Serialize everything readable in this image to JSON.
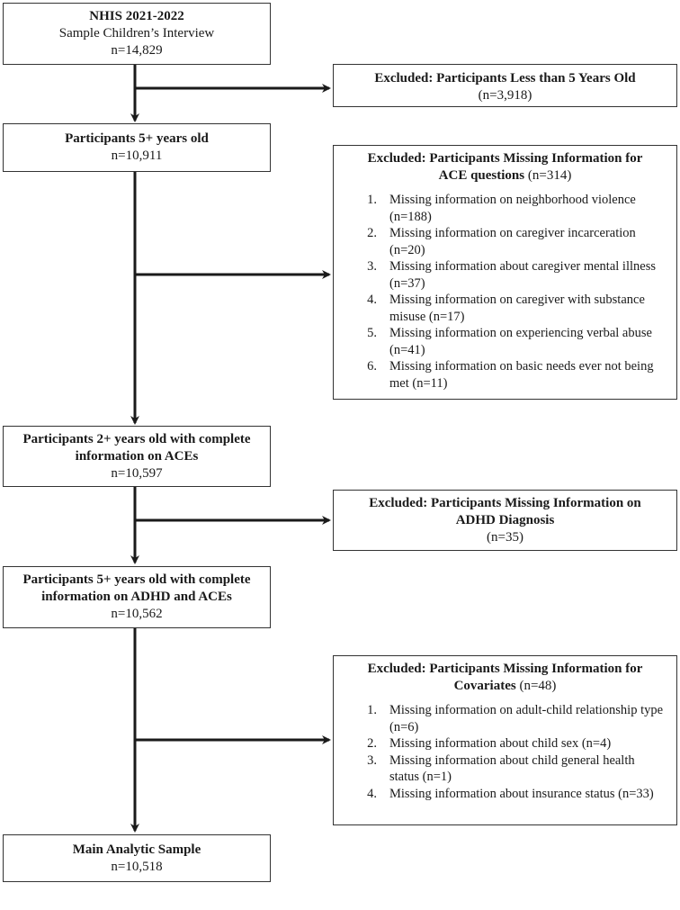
{
  "flowchart": {
    "main_boxes": [
      {
        "lines": [
          {
            "text": "NHIS 2021-2022",
            "bold": true
          },
          {
            "text": "Sample Children’s Interview",
            "bold": false
          },
          {
            "text": "n=14,829",
            "bold": false
          }
        ]
      },
      {
        "lines": [
          {
            "text": "Participants 5+ years old",
            "bold": true
          },
          {
            "text": "n=10,911",
            "bold": false
          }
        ]
      },
      {
        "lines": [
          {
            "text": "Participants 2+ years old with complete",
            "bold": true
          },
          {
            "text": "information on ACEs",
            "bold": true
          },
          {
            "text": "n=10,597",
            "bold": false
          }
        ]
      },
      {
        "lines": [
          {
            "text": "Participants 5+ years old with complete",
            "bold": true
          },
          {
            "text": "information on ADHD and ACEs",
            "bold": true
          },
          {
            "text": "n=10,562",
            "bold": false
          }
        ]
      },
      {
        "lines": [
          {
            "text": "Main Analytic Sample",
            "bold": true
          },
          {
            "text": "n=10,518",
            "bold": false
          }
        ]
      }
    ],
    "excluded_boxes": [
      {
        "title_bold": "Excluded: Participants Less than 5 Years Old",
        "title_line2_bold": "",
        "title_rest": "",
        "count": "(n=3,918)",
        "items": []
      },
      {
        "title_bold": "Excluded: Participants Missing Information for",
        "title_line2_bold": "ACE questions",
        "title_rest": " (n=314)",
        "count": "",
        "items": [
          {
            "num": "1.",
            "text": "Missing information on neighborhood violence (n=188)"
          },
          {
            "num": "2.",
            "text": "Missing information on caregiver incarceration (n=20)"
          },
          {
            "num": "3.",
            "text": "Missing information about caregiver mental illness (n=37)"
          },
          {
            "num": "4.",
            "text": "Missing information on caregiver with substance misuse (n=17)"
          },
          {
            "num": "5.",
            "text": "Missing information on experiencing verbal abuse (n=41)"
          },
          {
            "num": "6.",
            "text": "Missing information on basic needs ever not being met (n=11)"
          }
        ]
      },
      {
        "title_bold": "Excluded: Participants Missing Information on",
        "title_line2_bold": "ADHD Diagnosis",
        "title_rest": "",
        "count": "(n=35)",
        "items": []
      },
      {
        "title_bold": "Excluded: Participants Missing Information for",
        "title_line2_bold": "Covariates",
        "title_rest": " (n=48)",
        "count": "",
        "items": [
          {
            "num": "1.",
            "text": "Missing information on adult-child relationship type (n=6)"
          },
          {
            "num": "2.",
            "text": "Missing information about child sex (n=4)"
          },
          {
            "num": "3.",
            "text": "Missing information about child general health status (n=1)"
          },
          {
            "num": "4.",
            "text": "Missing information about insurance status (n=33)"
          }
        ]
      }
    ]
  }
}
